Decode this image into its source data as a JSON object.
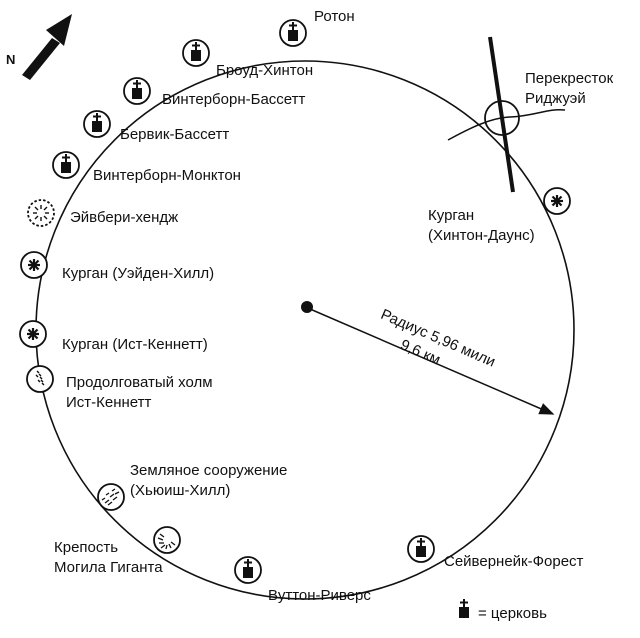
{
  "north": {
    "label": "N"
  },
  "radius": {
    "line1": "Радиус 5,96 мили",
    "line2": "9,6 км"
  },
  "legend": {
    "text": "= церковь",
    "icon": "church-icon"
  },
  "sites": [
    {
      "id": "roton",
      "label": "Ротон",
      "icon": "church-icon"
    },
    {
      "id": "broad-hinton",
      "label": "Броуд-Хинтон",
      "icon": "church-icon"
    },
    {
      "id": "winterbourne-bassett",
      "label": "Винтерборн-Бассетт",
      "icon": "church-icon"
    },
    {
      "id": "berwick-bassett",
      "label": "Бервик-Бассетт",
      "icon": "church-icon"
    },
    {
      "id": "winterbourne-monkton",
      "label": "Винтерборн-Монктон",
      "icon": "church-icon"
    },
    {
      "id": "avebury",
      "label": "Эйвбери-хендж",
      "icon": "henge-icon"
    },
    {
      "id": "waden-hill",
      "label": "Курган (Уэйден-Хилл)",
      "icon": "barrow-icon"
    },
    {
      "id": "east-kennett",
      "label": "Курган  (Ист-Кеннетт)",
      "icon": "barrow-icon"
    },
    {
      "id": "long-barrow",
      "label": "Продолговатый холм",
      "label2": "Ист-Кеннетт",
      "icon": "long-barrow-icon"
    },
    {
      "id": "huish-hill",
      "label": "Земляное сооружение",
      "label2": "(Хьюиш-Хилл)",
      "icon": "earthwork-icon"
    },
    {
      "id": "giants-grave",
      "label": "Крепость",
      "label2": "Могила Гиганта",
      "icon": "hillfort-icon"
    },
    {
      "id": "wootton-rivers",
      "label": "Вуттон-Риверс",
      "icon": "church-icon"
    },
    {
      "id": "savernake",
      "label": "Сейвернейк-Форест",
      "icon": "church-icon"
    },
    {
      "id": "hinton-downs",
      "label": "Курган",
      "label2": "(Хинтон-Даунс)",
      "icon": "barrow-icon"
    },
    {
      "id": "ridgeway",
      "label": "Перекресток",
      "label2": "Риджуэй",
      "icon": "crossroads-icon"
    }
  ]
}
